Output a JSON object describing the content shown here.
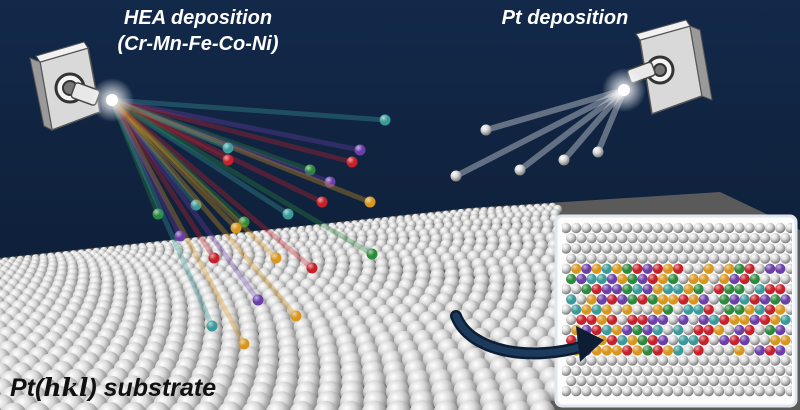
{
  "labels": {
    "hea_line1": "HEA deposition",
    "hea_line2": "(Cr-Mn-Fe-Co-Ni)",
    "pt": "Pt deposition",
    "substrate_prefix": "Pt(",
    "substrate_hkl": "hkl",
    "substrate_suffix": ") substrate"
  },
  "colors": {
    "background": "#0f2038",
    "cr": "#c8202a",
    "mn": "#6b3fa8",
    "fe": "#d8961e",
    "co": "#2c8a3c",
    "ni": "#3a9a9a",
    "pt": "#e6e6e6"
  },
  "icons": {
    "hea_source": "sputter-gun-icon",
    "pt_source": "sputter-gun-icon",
    "arrow": "curved-arrow-icon"
  }
}
